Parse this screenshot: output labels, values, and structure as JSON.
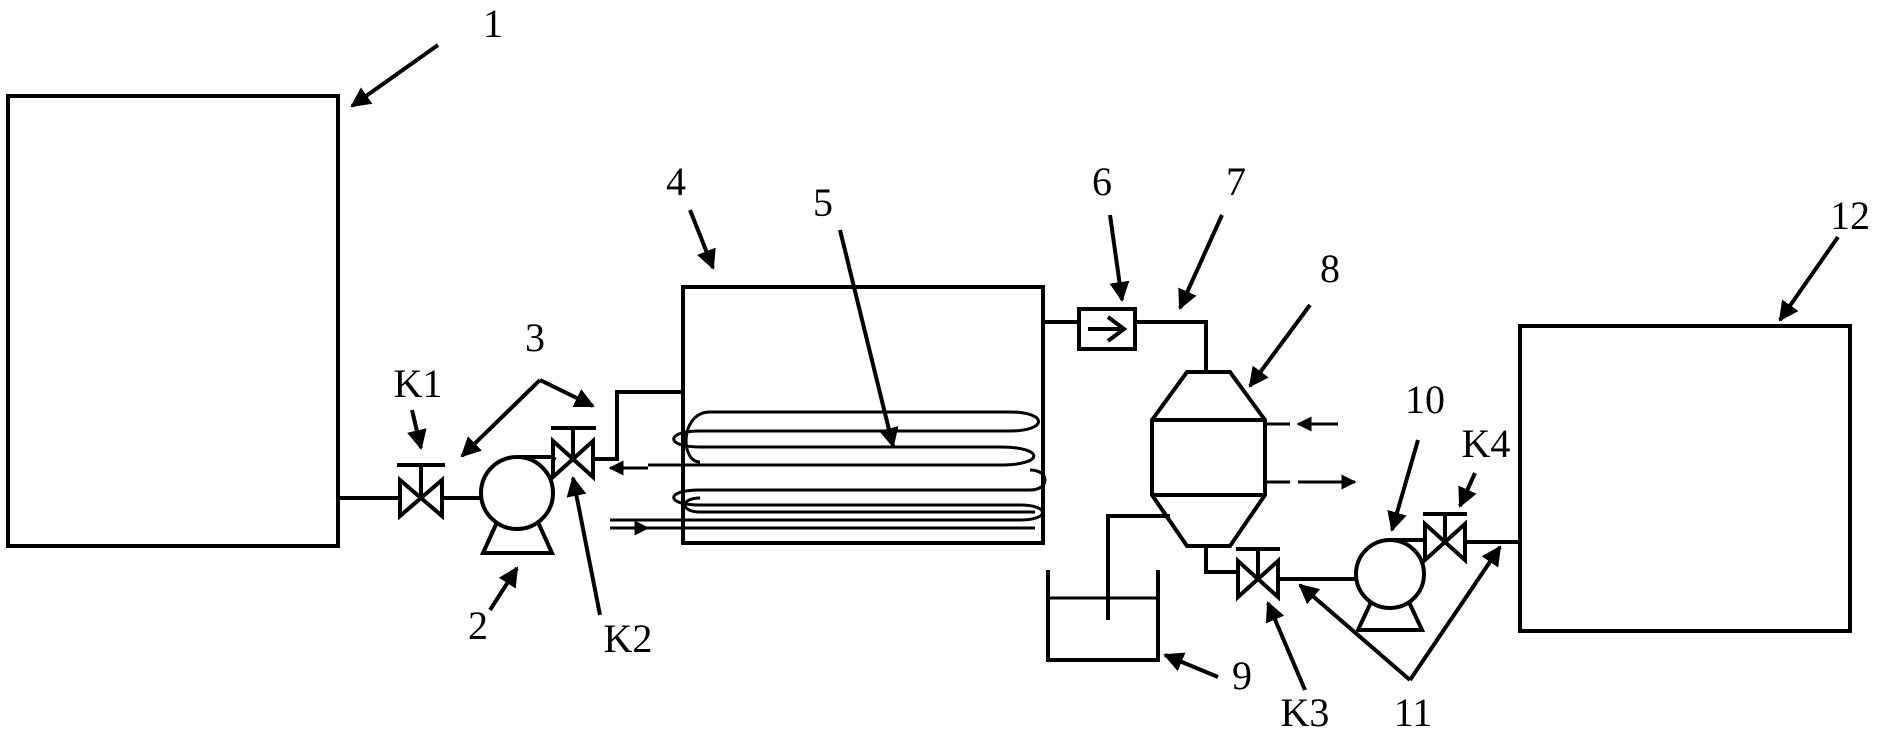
{
  "labels": {
    "n1": "1",
    "n2": "2",
    "n3": "3",
    "n4": "4",
    "n5": "5",
    "n6": "6",
    "n7": "7",
    "n8": "8",
    "n9": "9",
    "n10": "10",
    "n11": "11",
    "n12": "12",
    "k1": "K1",
    "k2": "K2",
    "k3": "K3",
    "k4": "K4"
  }
}
